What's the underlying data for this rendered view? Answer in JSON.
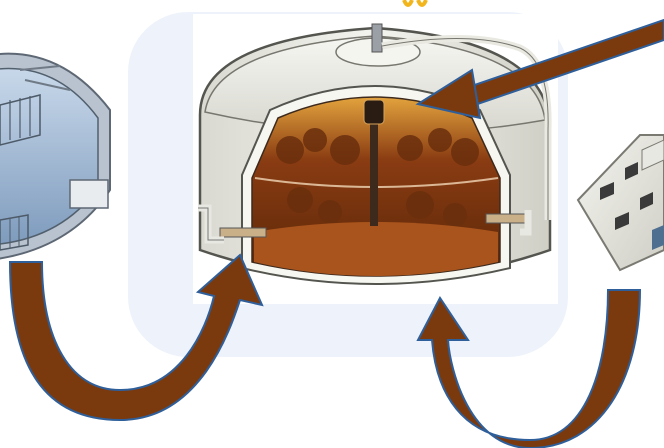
{
  "diagram": {
    "components": [
      {
        "id": "clarifier-tank",
        "label": ""
      },
      {
        "id": "anaerobic-digester",
        "label": ""
      },
      {
        "id": "building-block",
        "label": ""
      }
    ],
    "arrows": [
      {
        "id": "flow-arrow-clarifier-to-digester",
        "from": "clarifier-tank",
        "to": "anaerobic-digester"
      },
      {
        "id": "flow-arrow-block-to-digester",
        "from": "building-block",
        "to": "anaerobic-digester"
      },
      {
        "id": "pointer-arrow-digester-headspace",
        "from": "",
        "to": "anaerobic-digester"
      }
    ]
  },
  "colors": {
    "arrow_fill": "#7a3a0e",
    "arrow_outline": "#2f5f9a",
    "panel_bg": "#eef3fb",
    "accent_yellow": "#f2b51c"
  }
}
